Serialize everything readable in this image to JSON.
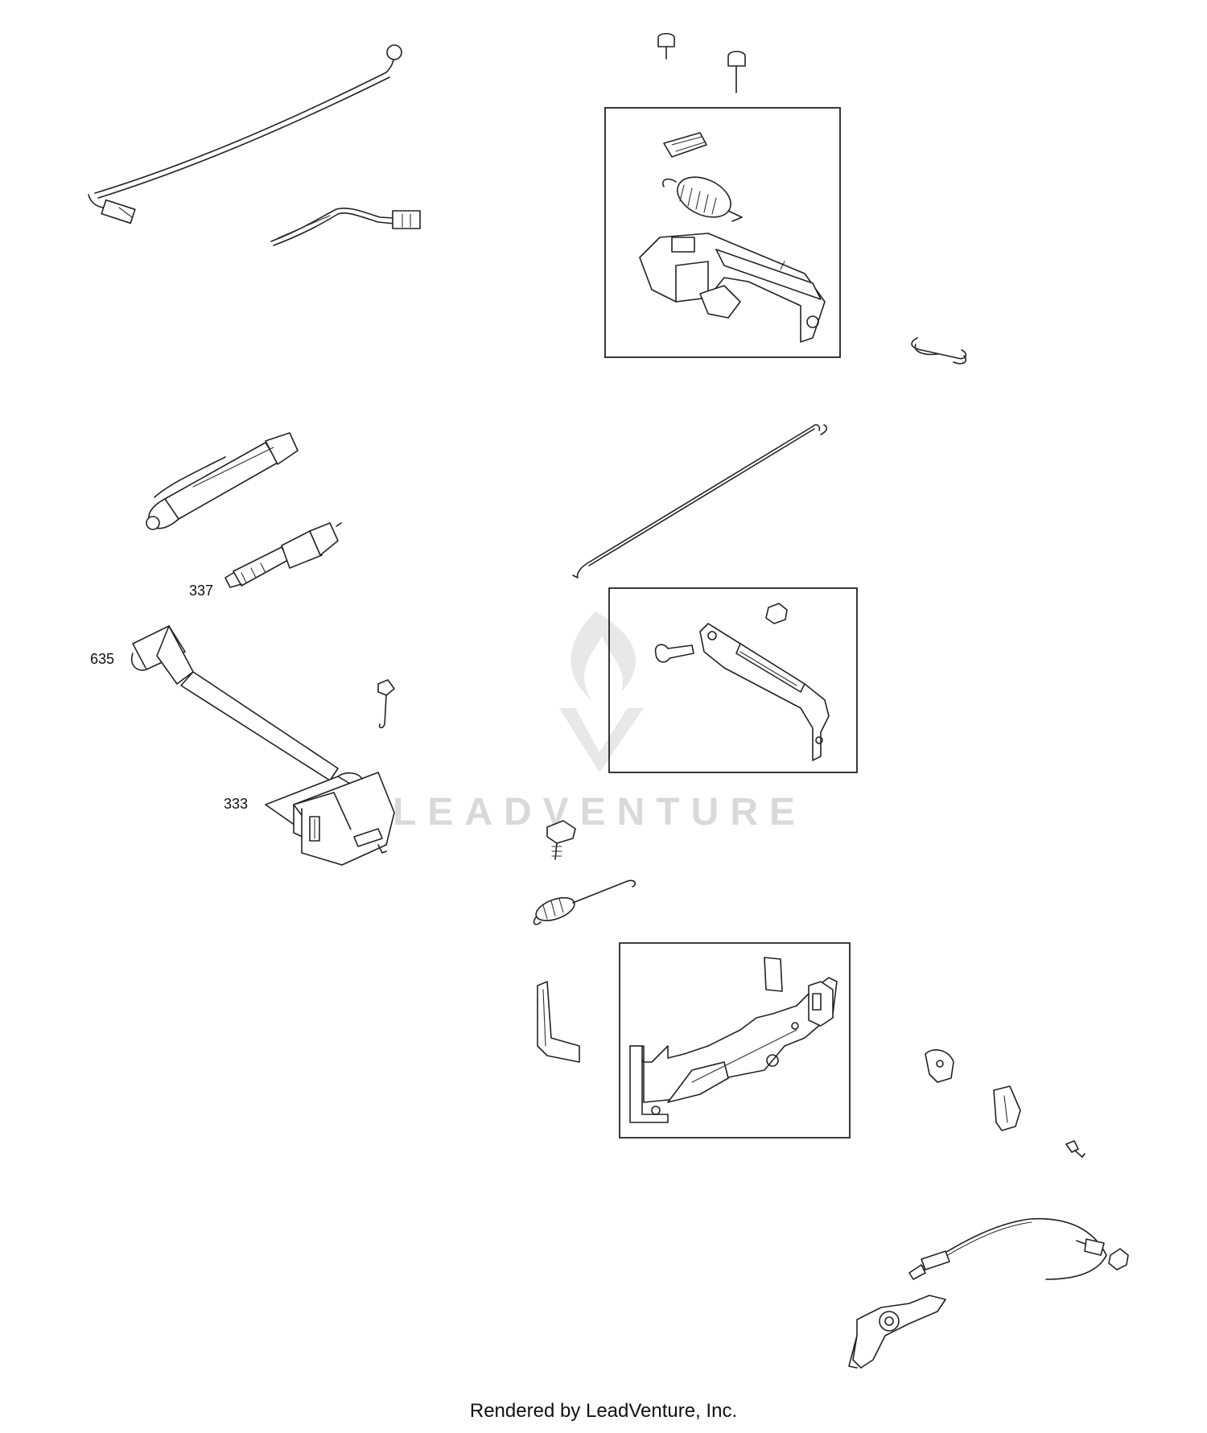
{
  "callouts": {
    "spark_plug": "337",
    "ignition_lead": "635",
    "ignition_coil": "333"
  },
  "watermark": {
    "brand": "LEADVENTURE"
  },
  "footer": {
    "credit": "Rendered by LeadVenture, Inc."
  }
}
